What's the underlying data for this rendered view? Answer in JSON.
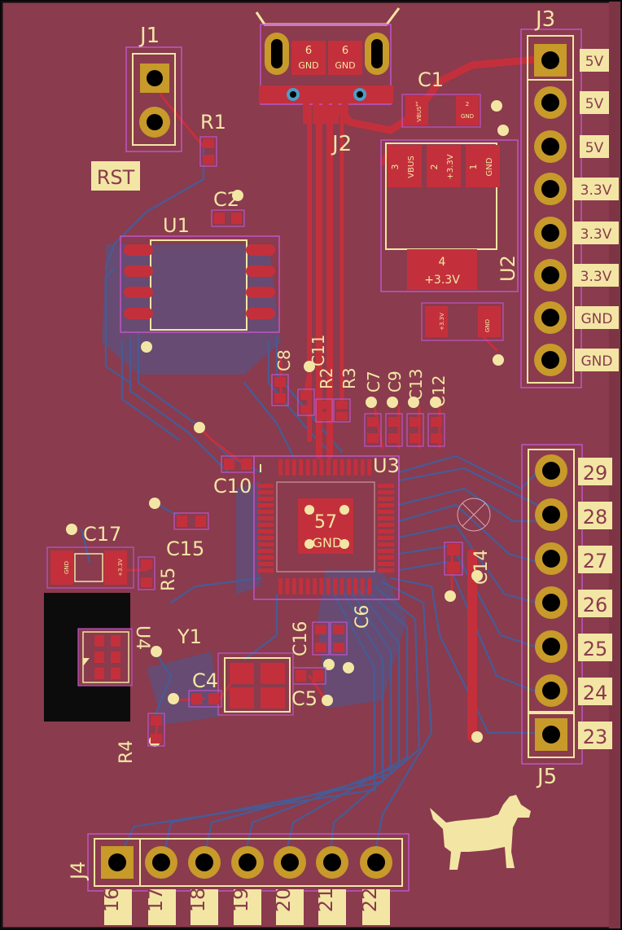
{
  "colors": {
    "board": "#8a3b4d",
    "copper_top": "#c3303b",
    "copper_bottom": "#4a5a92",
    "silkscreen": "#f3e6a5",
    "courtyard": "#c055c8",
    "pad_gold": "#c79a2a",
    "fab_grey": "#d8a8b0",
    "outline": "#101010"
  },
  "refs": {
    "J1": "J1",
    "J2": "J2",
    "J3": "J3",
    "J4": "J4",
    "J5": "J5",
    "R1": "R1",
    "R2": "R2",
    "R3": "R3",
    "R4": "R4",
    "R5": "R5",
    "U1": "U1",
    "U2": "U2",
    "U3": "U3",
    "U4": "U4",
    "C1": "C1",
    "C2": "C2",
    "C4": "C4",
    "C5": "C5",
    "C6": "C6",
    "C7": "C7",
    "C8": "C8",
    "C9": "C9",
    "C10": "C10",
    "C11": "C11",
    "C12": "C12",
    "C13": "C13",
    "C14": "C14",
    "C15": "C15",
    "C16": "C16",
    "C17": "C17",
    "Y1": "Y1"
  },
  "labels": {
    "rst": "RST",
    "j3_pins": [
      "5V",
      "5V",
      "5V",
      "3.3V",
      "3.3V",
      "3.3V",
      "GND",
      "GND"
    ],
    "j5_pins": [
      "29",
      "28",
      "27",
      "26",
      "25",
      "24",
      "23"
    ],
    "j4_pins": [
      "16",
      "17",
      "18",
      "19",
      "20",
      "21",
      "22"
    ]
  },
  "pads": {
    "usb_gnd": "GND",
    "usb_gnd_num": "6",
    "u3_center_num": "57",
    "u3_center_net": "GND",
    "u2_tab_num": "4",
    "u2_tab_net": "+3.3V",
    "u2_p3_num": "3",
    "u2_p3_net": "VBUS",
    "u2_p2_num": "2",
    "u2_p2_net": "+3.3V",
    "u2_p1_num": "1",
    "u2_p1_net": "GND",
    "c1_p1": "VBUS",
    "c1_p2": "GND",
    "c3_p1": "+3.3V",
    "c3_p2": "GND",
    "c17_p1": "+3.3V",
    "c17_p2": "GND",
    "num1": "1",
    "num2": "2"
  }
}
